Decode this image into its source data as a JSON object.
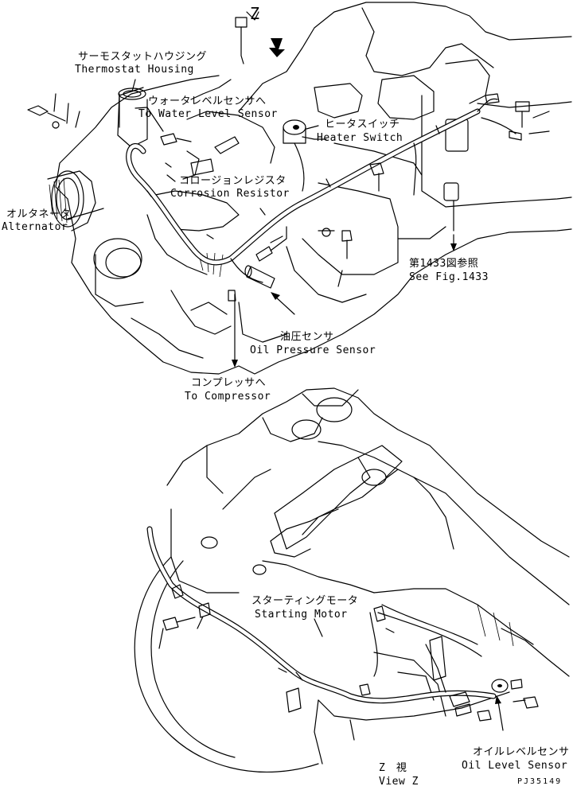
{
  "labels": {
    "thermostat_housing": {
      "jp": "サーモスタットハウジング",
      "en": "Thermostat Housing"
    },
    "to_water_level_sensor": {
      "jp": "ウォータレベルセンサへ",
      "en": "To Water Level Sensor"
    },
    "heater_switch": {
      "jp": "ヒータスイッチ",
      "en": "Heater Switch"
    },
    "corrosion_resistor": {
      "jp": "コロージョンレジスタ",
      "en": "Corrosion Resistor"
    },
    "alternator": {
      "jp": "オルタネータ",
      "en": "Alternator"
    },
    "see_fig": {
      "jp": "第1433図参照",
      "en": "See Fig.1433"
    },
    "oil_pressure_sensor": {
      "jp": "油圧センサ",
      "en": "Oil Pressure Sensor"
    },
    "to_compressor": {
      "jp": "コンプレッサへ",
      "en": "To Compressor"
    },
    "starting_motor": {
      "jp": "スターティングモータ",
      "en": "Starting Motor"
    },
    "oil_level_sensor": {
      "jp": "オイルレベルセンサ",
      "en": "Oil Level Sensor"
    },
    "view_z": {
      "jp": "Z　視",
      "en": "View Z"
    },
    "z_marker": "Z",
    "drawing_code": "PJ35149"
  }
}
